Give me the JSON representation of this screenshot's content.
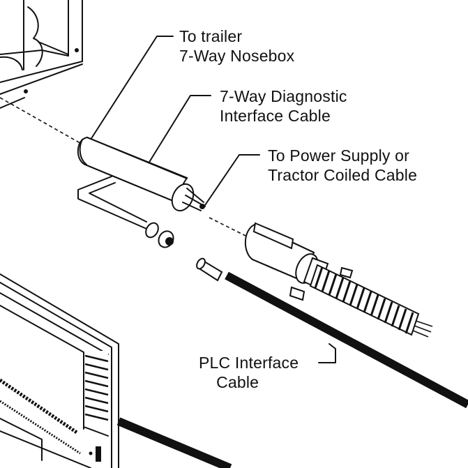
{
  "diagram": {
    "colors": {
      "ink": "#111111",
      "background": "#ffffff"
    },
    "labels": {
      "nosebox": [
        "To trailer",
        "7-Way Nosebox"
      ],
      "diagnostic_cable": [
        "7-Way Diagnostic",
        "Interface Cable"
      ],
      "power_supply": [
        "To Power Supply or",
        "Tractor Coiled Cable"
      ],
      "plc_cable": [
        "PLC Interface",
        "Cable"
      ]
    },
    "components": [
      {
        "id": "nosebox",
        "icon": "nosebox-housing-icon"
      },
      {
        "id": "diagnostic-cable",
        "icon": "diagnostic-cable-connector-icon"
      },
      {
        "id": "coiled-cable",
        "icon": "coiled-cable-plug-icon"
      },
      {
        "id": "plc-cable",
        "icon": "plc-cable-icon"
      },
      {
        "id": "monitor-unit",
        "icon": "monitor-unit-icon"
      }
    ]
  }
}
